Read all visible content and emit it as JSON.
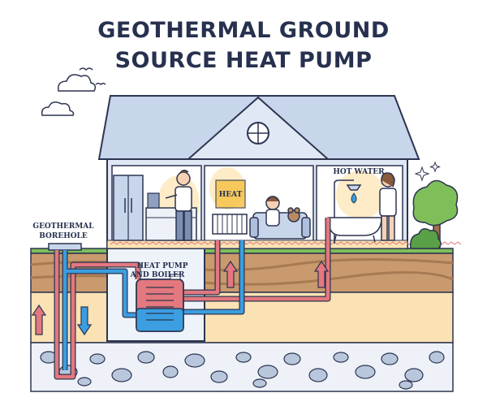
{
  "title": {
    "line1": "GEOTHERMAL GROUND",
    "line2": "SOURCE HEAT PUMP"
  },
  "labels": {
    "borehole_line1": "GEOTHERMAL",
    "borehole_line2": "BOREHOLE",
    "heat_pump_line1": "HEAT PUMP",
    "heat_pump_line2": "AND BOILER",
    "heat": "HEAT",
    "hot_water": "HOT WATER"
  },
  "colors": {
    "outline": "#2d3450",
    "hot_pipe": "#e3787e",
    "cold_pipe": "#3a9ee0",
    "wall": "#dfe8f4",
    "roof": "#c8d6ec",
    "sand": "#fae2b4",
    "soil": "#c99a6e",
    "rock": "#b9c7dc",
    "grass": "#7fbf5a"
  }
}
